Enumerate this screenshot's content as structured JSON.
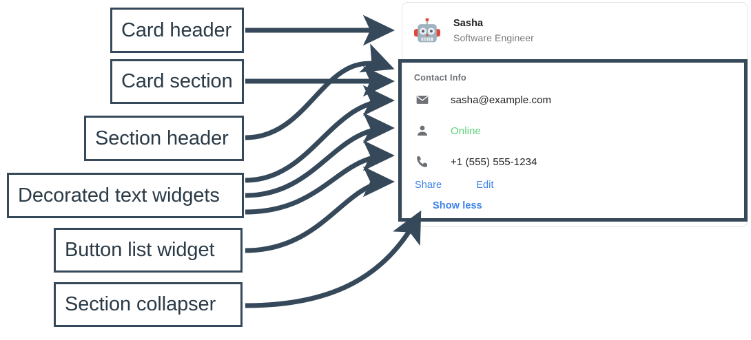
{
  "annotations": {
    "boxes": [
      {
        "id": "card-header",
        "label": "Card header"
      },
      {
        "id": "card-section",
        "label": "Card section"
      },
      {
        "id": "section-header",
        "label": "Section header"
      },
      {
        "id": "decorated-text",
        "label": "Decorated text widgets"
      },
      {
        "id": "button-list",
        "label": "Button list widget"
      },
      {
        "id": "section-collapser",
        "label": "Section collapser"
      }
    ],
    "stroke_color": "#36495a",
    "text_color": "#2b3b47"
  },
  "card": {
    "header": {
      "avatar_icon": "robot-avatar-icon",
      "title": "Sasha",
      "subtitle": "Software Engineer"
    },
    "section": {
      "header": "Contact Info",
      "rows": [
        {
          "icon": "mail-icon",
          "text": "sasha@example.com",
          "state": "default"
        },
        {
          "icon": "person-icon",
          "text": "Online",
          "state": "online"
        },
        {
          "icon": "phone-icon",
          "text": "+1 (555) 555-1234",
          "state": "default"
        }
      ],
      "buttons": [
        {
          "id": "share",
          "label": "Share"
        },
        {
          "id": "edit",
          "label": "Edit"
        }
      ],
      "collapser": {
        "label": "Show less"
      }
    },
    "colors": {
      "link": "#3b82e8",
      "online": "#5ed07b",
      "muted": "#777a7d",
      "section_header": "#6d7074",
      "text": "#202124",
      "card_border": "#e4e4e4"
    }
  }
}
